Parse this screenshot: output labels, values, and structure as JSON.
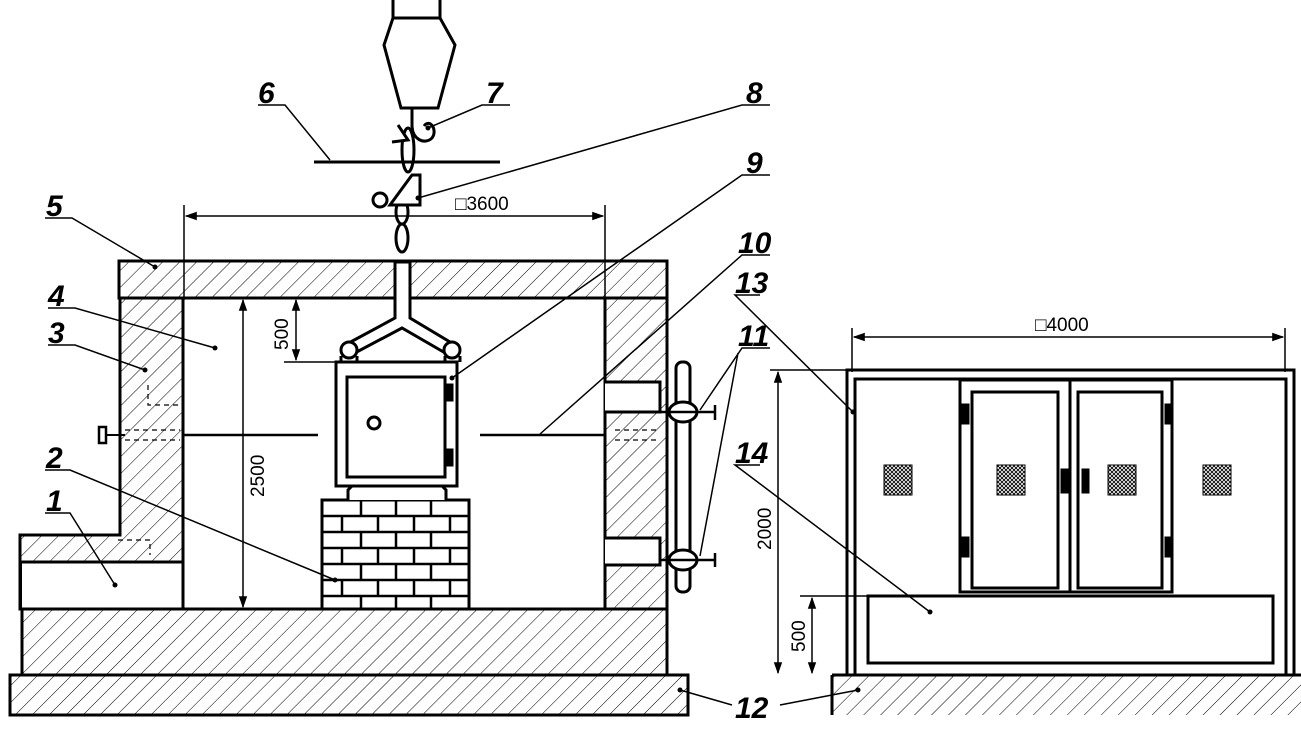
{
  "callouts": {
    "c1": "1",
    "c2": "2",
    "c3": "3",
    "c4": "4",
    "c5": "5",
    "c6": "6",
    "c7": "7",
    "c8": "8",
    "c9": "9",
    "c10": "10",
    "c11": "11",
    "c12": "12",
    "c13": "13",
    "c14": "14"
  },
  "dimensions": {
    "chamber_width": "□3600",
    "chamber_height": "2500",
    "top_gap": "500",
    "cabinet_width": "□4000",
    "cabinet_height": "2000",
    "cabinet_base": "500"
  },
  "colors": {
    "line": "#000000",
    "background": "#ffffff"
  }
}
